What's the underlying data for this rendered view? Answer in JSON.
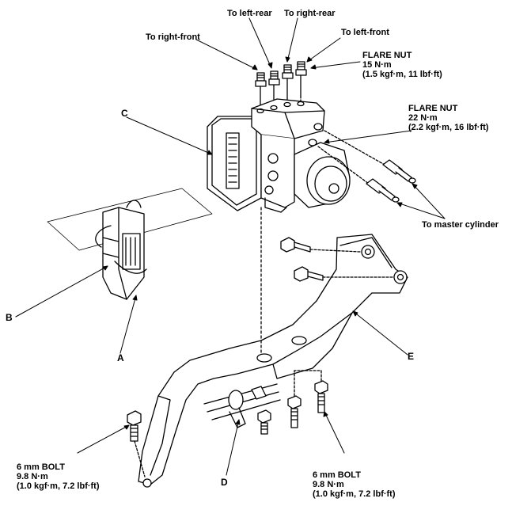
{
  "labels": {
    "left_rear": "To left-rear",
    "right_rear": "To right-rear",
    "right_front": "To right-front",
    "left_front": "To left-front",
    "master_cylinder": "To master cylinder"
  },
  "flare_nut_15": {
    "title": "FLARE NUT",
    "torque": "15 N·m",
    "alt": "(1.5 kgf·m, 11 lbf·ft)"
  },
  "flare_nut_22": {
    "title": "FLARE NUT",
    "torque": "22 N·m",
    "alt": "(2.2 kgf·m, 16 lbf·ft)"
  },
  "bolt_left": {
    "title": "6 mm BOLT",
    "torque": "9.8 N·m",
    "alt": "(1.0 kgf·m, 7.2 lbf·ft)"
  },
  "bolt_right": {
    "title": "6 mm BOLT",
    "torque": "9.8 N·m",
    "alt": "(1.0 kgf·m, 7.2 lbf·ft)"
  },
  "callouts": {
    "a": "A",
    "b": "B",
    "c": "C",
    "d": "D",
    "e": "E"
  },
  "colors": {
    "line": "#000000",
    "background": "#ffffff"
  }
}
